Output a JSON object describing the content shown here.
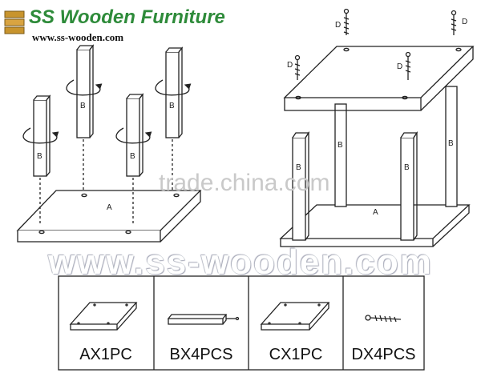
{
  "brand": {
    "title": "SS Wooden Furniture",
    "subtitle": "www.ss-wooden.com"
  },
  "watermarks": {
    "url": "www.ss-wooden.com",
    "trade": "trade.china.com"
  },
  "diagram_labels": {
    "A": "A",
    "B": "B",
    "D": "D"
  },
  "parts": [
    {
      "label": "AX1PC",
      "icon": "tabletop-panel-icon"
    },
    {
      "label": "BX4PCS",
      "icon": "leg-rod-icon"
    },
    {
      "label": "CX1PC",
      "icon": "shelf-panel-icon"
    },
    {
      "label": "DX4PCS",
      "icon": "screw-icon"
    }
  ],
  "colors": {
    "brand_green": "#2e8b3a",
    "line": "#222222"
  }
}
